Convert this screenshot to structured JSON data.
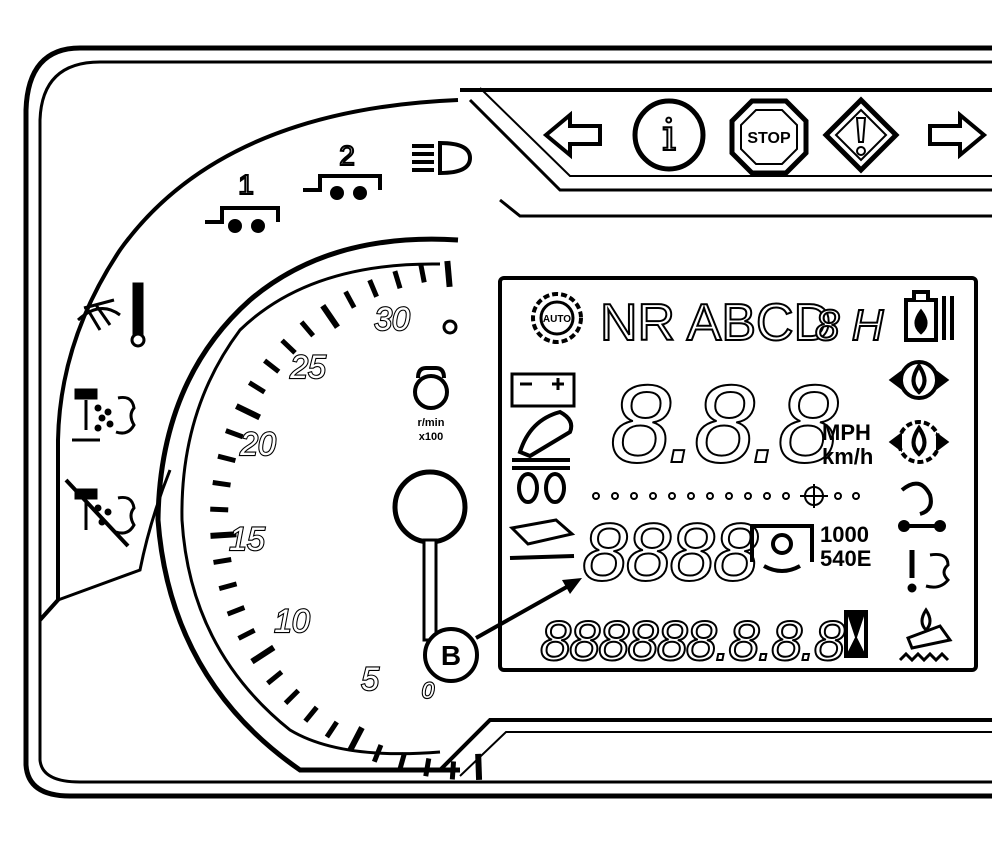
{
  "gauge": {
    "ticks": [
      "30",
      "25",
      "20",
      "15",
      "10",
      "5",
      "0"
    ],
    "unit_line1": "r/min",
    "unit_line2": "x100"
  },
  "trailers": {
    "trailer1": "1",
    "trailer2": "2"
  },
  "warning_bar": {
    "left_arrow_icon": "arrow-left-icon",
    "info_icon": "info-icon",
    "stop_label": "STOP",
    "warning_icon": "warning-icon",
    "right_arrow_icon": "arrow-right-icon"
  },
  "lcd": {
    "auto_label": "AUTO",
    "gear_letters": "NR ABCD",
    "gear_indicator": "8 H",
    "speed_digits": "8.8.8",
    "speed_unit1": "MPH",
    "speed_unit2": "km/h",
    "rpm_digits": "8888",
    "pto_1000": "1000",
    "pto_540": "540E",
    "bottom_digits": "888888.8.8.8",
    "hourglass_icon": "hourglass-icon"
  },
  "callout": {
    "label": "B"
  }
}
